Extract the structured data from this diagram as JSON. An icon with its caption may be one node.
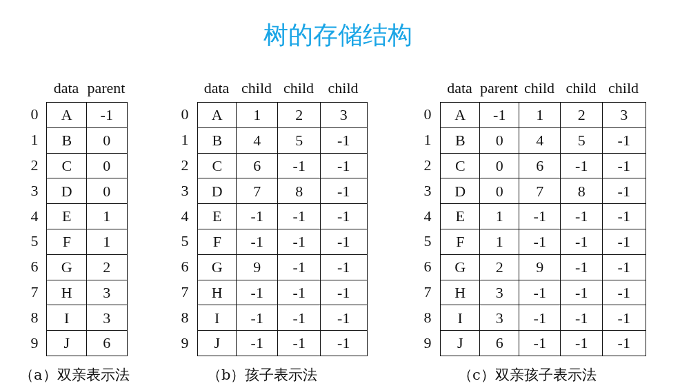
{
  "diagram": {
    "title": "树的存储结构",
    "labels": [
      "data",
      "parent",
      "0",
      "A",
      "-1",
      "1",
      "B",
      "0",
      "2",
      "C",
      "0",
      "3",
      "D",
      "0",
      "4",
      "E",
      "1",
      "5",
      "F",
      "1",
      "6",
      "G",
      "2",
      "7",
      "H",
      "3",
      "8",
      "I",
      "3",
      "9",
      "J",
      "6",
      "data",
      "child",
      "child",
      "child",
      "0",
      "A",
      "1",
      "2",
      "3",
      "1",
      "B",
      "4",
      "5",
      "-1",
      "2",
      "C",
      "6",
      "-1",
      "-1",
      "3",
      "D",
      "7",
      "8",
      "-1",
      "4",
      "E",
      "-1",
      "-1",
      "-1",
      "5",
      "F",
      "-1",
      "-1",
      "-1",
      "6",
      "G",
      "9",
      "-1",
      "-1",
      "7",
      "H",
      "-1",
      "-1",
      "-1",
      "8",
      "I",
      "-1",
      "-1",
      "-1",
      "9",
      "J",
      "-1",
      "-1",
      "-1",
      "data",
      "parent",
      "child",
      "child",
      "child",
      "0",
      "A",
      "-1",
      "1",
      "2",
      "3",
      "1",
      "B",
      "0",
      "4",
      "5",
      "-1",
      "2",
      "C",
      "0",
      "6",
      "-1",
      "-1",
      "3",
      "D",
      "0",
      "7",
      "8",
      "-1",
      "4",
      "E",
      "1",
      "-1",
      "-1",
      "-1",
      "5",
      "F",
      "1",
      "-1",
      "-1",
      "-1",
      "6",
      "G",
      "2",
      "9",
      "-1",
      "-1",
      "7",
      "H",
      "3",
      "-1",
      "-1",
      "-1",
      "8",
      "I",
      "3",
      "-1",
      "-1",
      "-1",
      "9",
      "J",
      "6",
      "-1",
      "-1",
      "-1",
      "（a）双亲表示法",
      "（b）孩子表示法",
      "（c）双亲孩子表示法"
    ]
  }
}
